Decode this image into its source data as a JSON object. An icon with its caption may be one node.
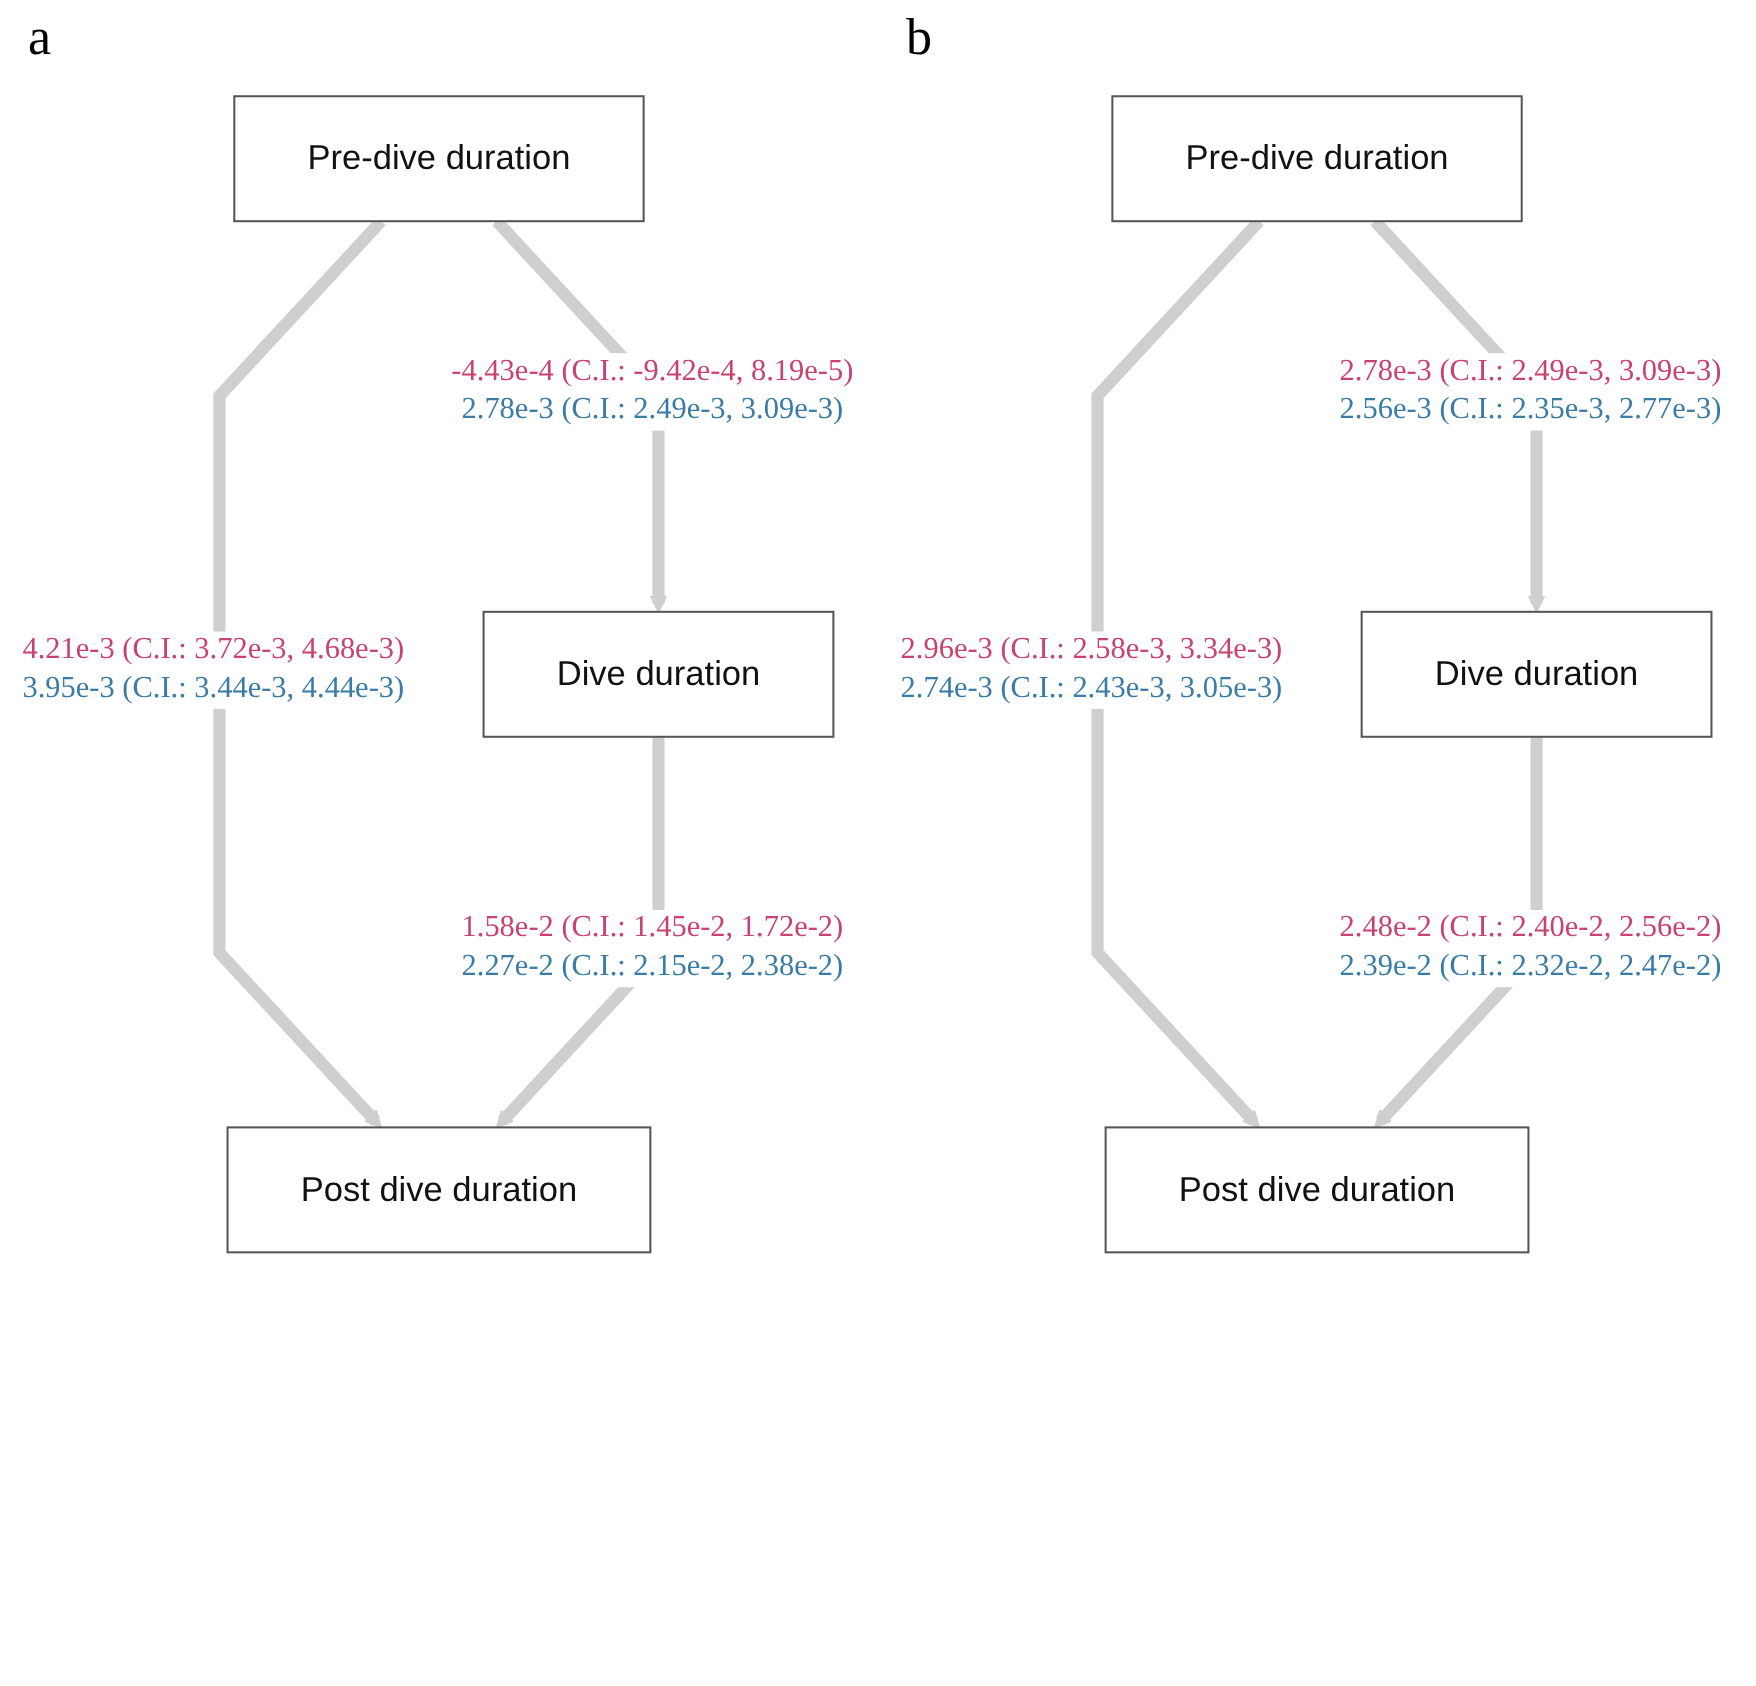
{
  "diagram": {
    "nodes": [
      {
        "text": [
          "Pre-dive duration"
        ]
      },
      {
        "text": [
          "Post dive duration"
        ]
      },
      {
        "text": [
          "Dive duration"
        ]
      },
      {
        "text": [
          "Pre-dive duration"
        ]
      },
      {
        "text": [
          "Post dive duration"
        ]
      },
      {
        "text": [
          "Dive duration"
        ]
      }
    ],
    "edges": [
      {
        "from": 0,
        "to": 1,
        "arrow": "to"
      },
      {
        "from": 0,
        "to": 2,
        "arrow": "to"
      },
      {
        "from": 2,
        "to": 1,
        "arrow": "to"
      },
      {
        "from": 3,
        "to": 4,
        "arrow": "to"
      },
      {
        "from": 3,
        "to": 5,
        "arrow": "to"
      },
      {
        "from": 5,
        "to": 4,
        "arrow": "to"
      }
    ],
    "labels": [
      "a",
      "4.21e-3 (C.I.: 3.72e-3, 4.68e-3)",
      "3.95e-3 (C.I.: 3.44e-3, 4.44e-3)",
      "-4.43e-4 (C.I.: -9.42e-4, 8.19e-5)",
      "2.78e-3 (C.I.: 2.49e-3, 3.09e-3)",
      "1.58e-2 (C.I.: 1.45e-2, 1.72e-2)",
      "2.27e-2 (C.I.: 2.15e-2, 2.38e-2)",
      "b",
      "2.96e-3 (C.I.: 2.58e-3, 3.34e-3)",
      "2.74e-3 (C.I.: 2.43e-3, 3.05e-3)",
      "2.78e-3 (C.I.: 2.49e-3, 3.09e-3)",
      "2.56e-3 (C.I.: 2.35e-3, 2.77e-3)",
      "2.48e-2 (C.I.: 2.40e-2, 2.56e-2)",
      "2.39e-2 (C.I.: 2.32e-2, 2.47e-2)"
    ]
  }
}
